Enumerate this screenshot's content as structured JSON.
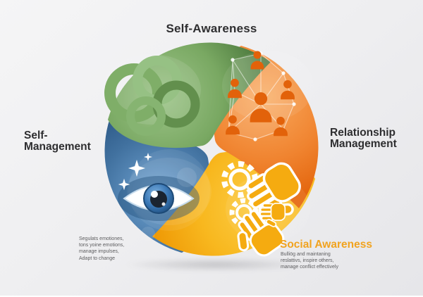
{
  "title_top": "Self-Awareness",
  "label_left": {
    "line1": "Self-",
    "line2": "Management"
  },
  "label_right": {
    "line1": "Relationship",
    "line2": "Management"
  },
  "social": {
    "title": "Social Awareness",
    "desc1": "Bulliög and maintaning",
    "desc2": "reslattivs, inspire others,",
    "desc3": "manage conflict effectively"
  },
  "self_mgmt_notes": {
    "line1": "Segulats emotiones,",
    "line2": "tons yoine emotions,",
    "line3": "manage impulses,",
    "line4": "Adapt to change"
  },
  "colors": {
    "green_blade": "#6f9e58",
    "orange_blade": "#ec7118",
    "blue_blade": "#33639a",
    "yellow_blade": "#f6ab10",
    "social_title": "#f1a31f",
    "heading_text": "#2e2e30",
    "note_text": "#5d5d5f",
    "background": "#ededef"
  },
  "icons": {
    "top_left": "knot-icon",
    "top_right": "people-network-icon",
    "bottom_left": "eye-icon",
    "bottom_right": "gears-hands-icon"
  }
}
